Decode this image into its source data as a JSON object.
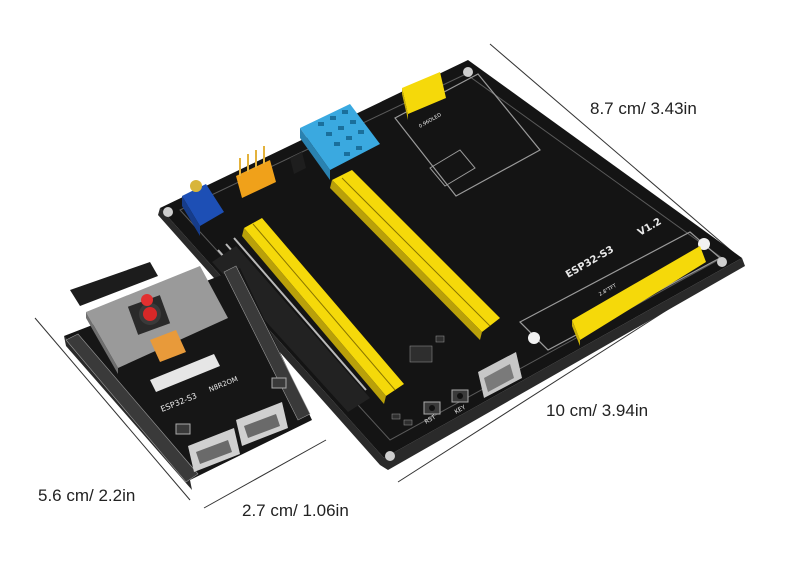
{
  "dimensions": {
    "large_depth": "8.7 cm/ 3.43in",
    "large_width": "10 cm/ 3.94in",
    "small_length": "5.6 cm/ 2.2in",
    "small_width": "2.7 cm/ 1.06in"
  },
  "silkscreen": {
    "large_board_name": "ESP32-S3",
    "large_board_version": "V1.2",
    "oled_label": "0.96OLED",
    "tft_label": "2.8\"TFT",
    "rst_label": "RST",
    "key_label": "KEY",
    "small_board_name": "ESP32-S3",
    "small_board_module": "N8R2OM"
  },
  "colors": {
    "background": "#ffffff",
    "pcb": "#141414",
    "header_yellow": "#f5d90a",
    "sensor_blue": "#3aa9e0",
    "pot_blue": "#1d4fb5",
    "silk_white": "#e8e8e8",
    "dimension_line": "#333333"
  }
}
